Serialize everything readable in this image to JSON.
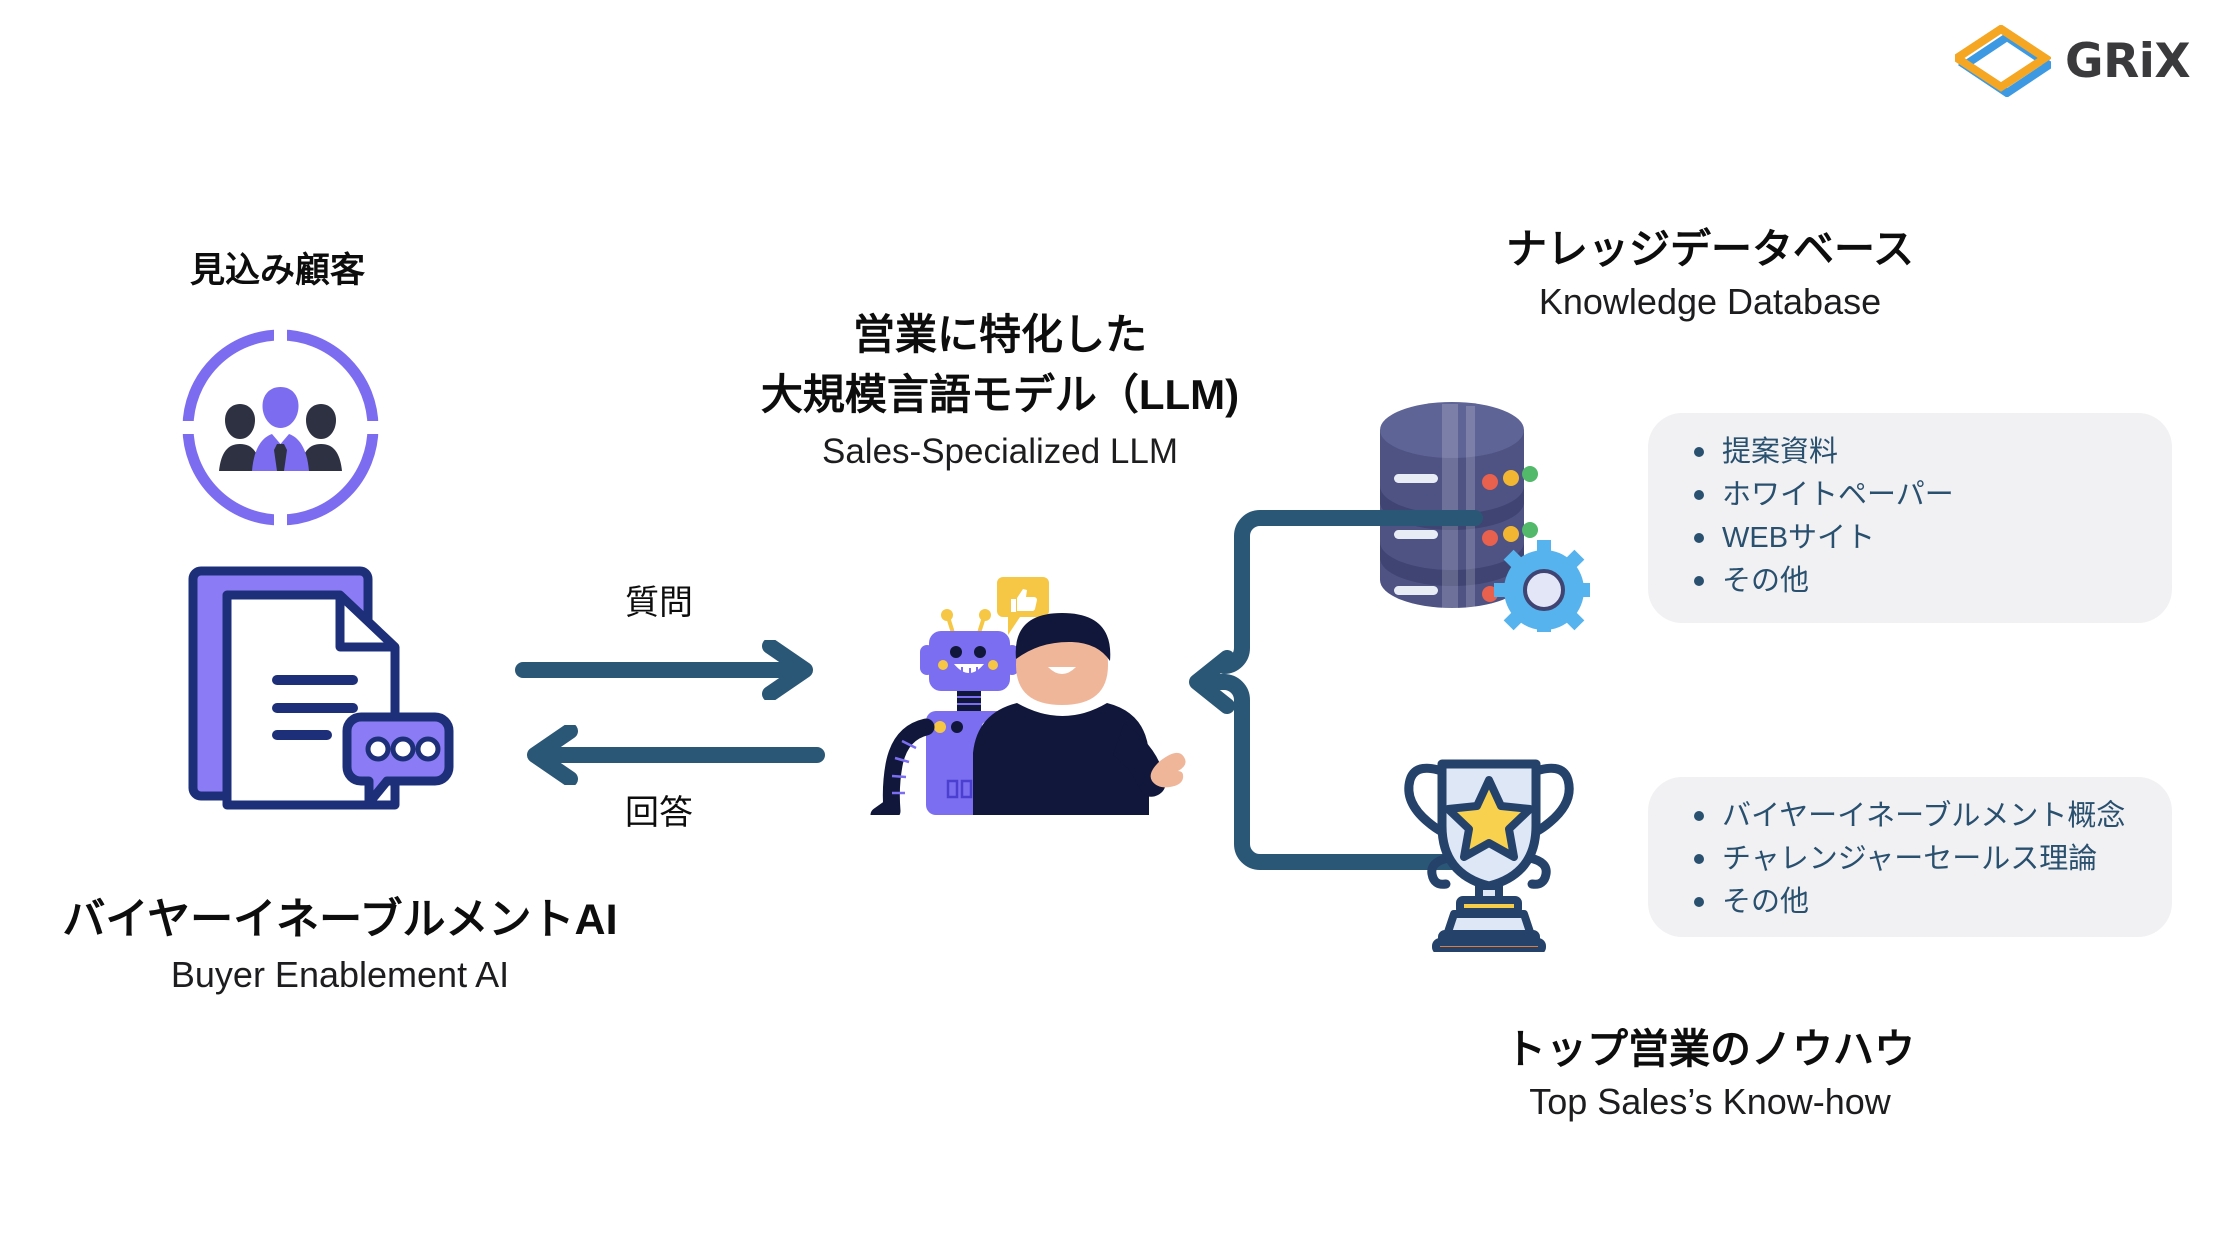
{
  "brand": {
    "name": "GRiX",
    "logo_icon": "double-diamond-logo-icon",
    "colors": {
      "orange": "#f5a623",
      "blue": "#3d9ae2"
    }
  },
  "prospect": {
    "label_jp": "見込み顧客",
    "icon": "three-people-in-target-circle-icon",
    "accent_color": "#7c6df0"
  },
  "buyer_enablement": {
    "title_jp": "バイヤーイネーブルメントAI",
    "title_en": "Buyer Enablement AI",
    "icon": "document-with-chat-bubble-icon",
    "accent_color": "#8b7cf6"
  },
  "flow": {
    "question_label": "質問",
    "answer_label": "回答",
    "arrow_color": "#2b5777"
  },
  "llm": {
    "title_jp_line1": "営業に特化した",
    "title_jp_line2": "大規模言語モデル（LLM)",
    "title_en": "Sales-Specialized LLM",
    "icon": "robot-and-person-illustration",
    "speech_bubble_icon": "thumbs-up-speech-bubble-icon",
    "robot_color": "#7b6ef0",
    "person_color": "#10173a",
    "bubble_color": "#f6c744"
  },
  "knowledge_database": {
    "title_jp": "ナレッジデータベース",
    "title_en": "Knowledge Database",
    "icon": "database-cylinder-with-gear-icon",
    "items": [
      "提案資料",
      "ホワイトペーパー",
      "WEBサイト",
      "その他"
    ],
    "panel_bg": "#f1f1f3",
    "text_color": "#29506e"
  },
  "top_sales_knowhow": {
    "title_jp": "トップ営業のノウハウ",
    "title_en": "Top Sales’s Know-how",
    "icon": "trophy-with-star-icon",
    "items": [
      "バイヤーイネーブルメント概念",
      "チャレンジャーセールス理論",
      "その他"
    ],
    "panel_bg": "#f1f1f3",
    "text_color": "#29506e"
  }
}
